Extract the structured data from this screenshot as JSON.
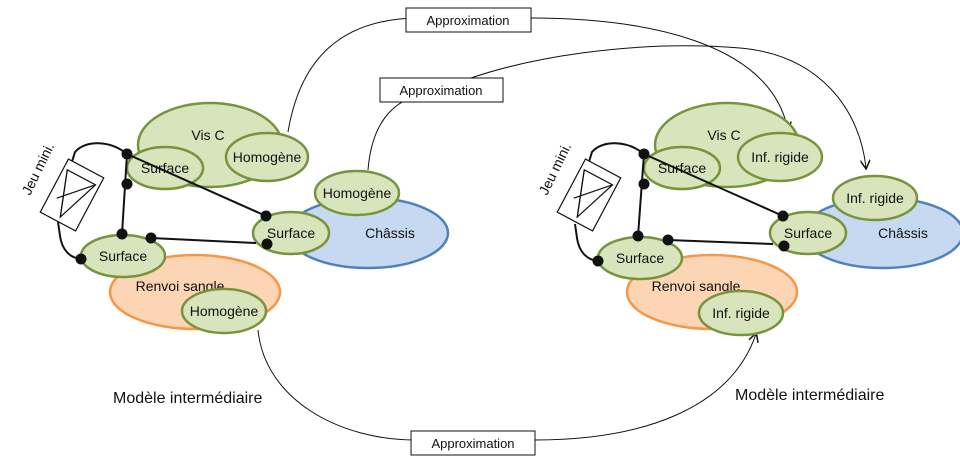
{
  "colors": {
    "green_fill": "#d8e4bc",
    "green_stroke": "#77933c",
    "blue_fill": "#c6d9f0",
    "blue_stroke": "#4f81bd",
    "orange_fill": "#fcd5b4",
    "orange_stroke": "#f79646",
    "line": "#111111"
  },
  "approximation_labels": [
    "Approximation",
    "Approximation",
    "Approximation"
  ],
  "left_model": {
    "caption": "Modèle intermédiaire",
    "jeu_label": "Jeu mini.",
    "vis_c": "Vis C",
    "vis_c_material": "Homogène",
    "vis_c_surface": "Surface",
    "chassis": "Châssis",
    "chassis_material": "Homogène",
    "chassis_surface": "Surface",
    "renvoi": "Renvoi sangle",
    "renvoi_material": "Homogène",
    "renvoi_surface": "Surface"
  },
  "right_model": {
    "caption": "Modèle intermédiaire",
    "jeu_label": "Jeu mini.",
    "vis_c": "Vis C",
    "vis_c_material": "Inf. rigide",
    "vis_c_surface": "Surface",
    "chassis": "Châssis",
    "chassis_material": "Inf. rigide",
    "chassis_surface": "Surface",
    "renvoi": "Renvoi sangle",
    "renvoi_material": "Inf. rigide",
    "renvoi_surface": "Surface"
  }
}
